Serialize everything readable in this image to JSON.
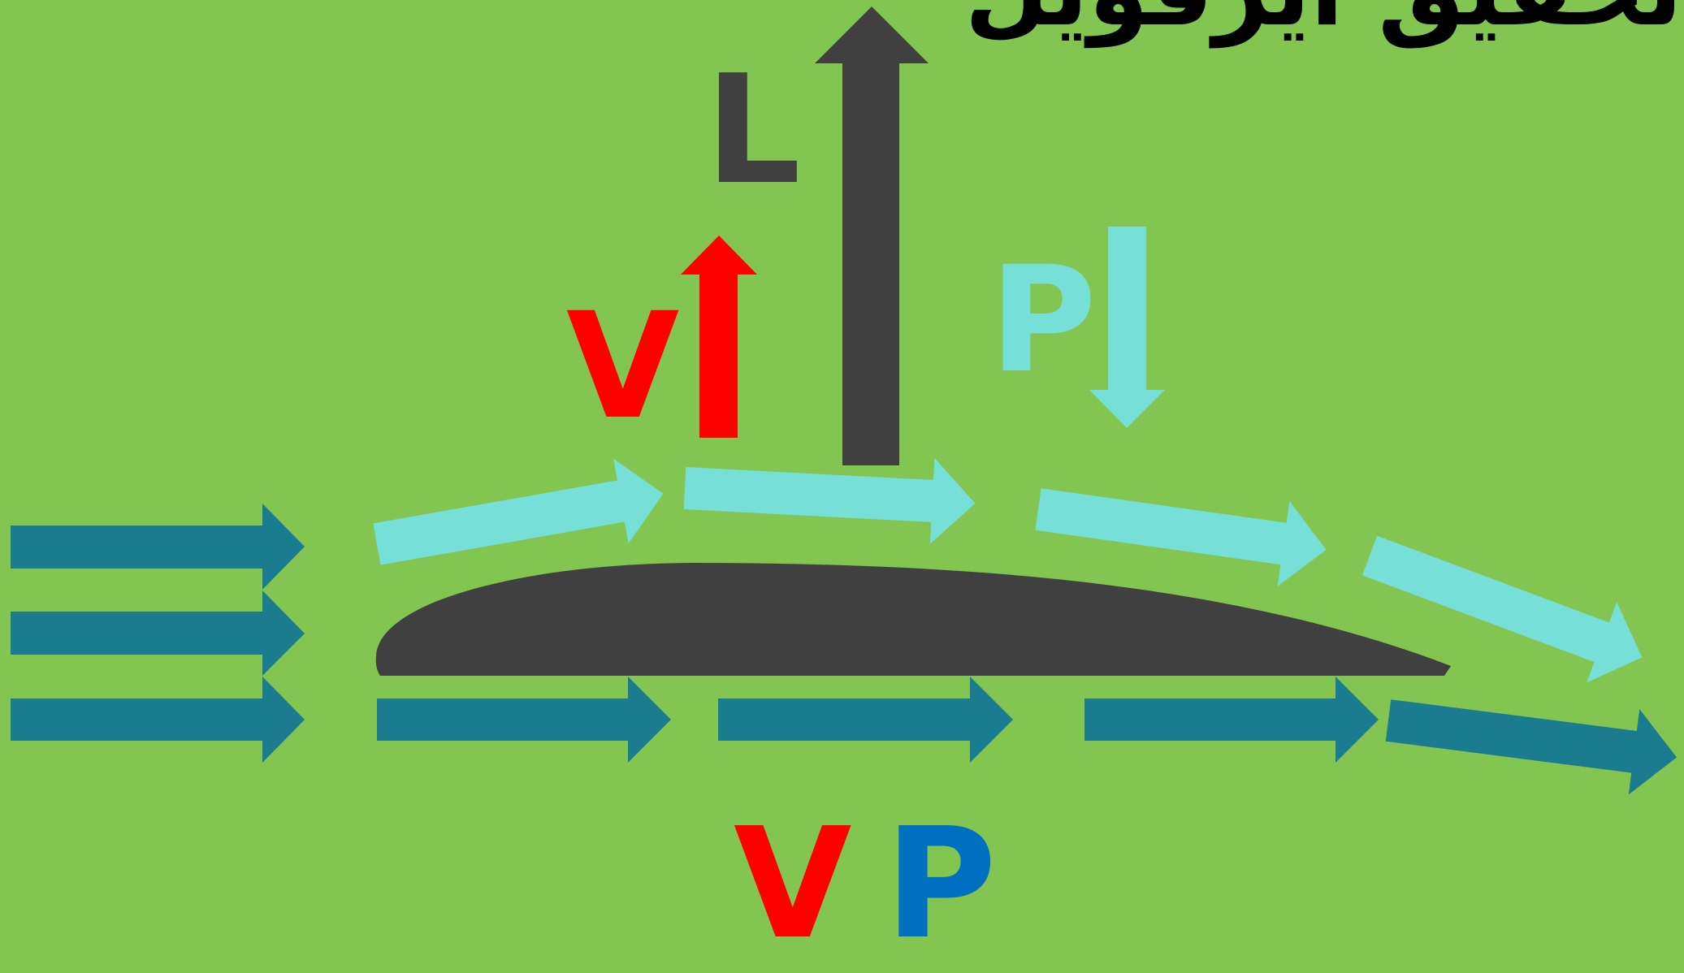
{
  "title": "تحقیق ایرفویل",
  "labels": {
    "lift": "L",
    "velocity_top": "V",
    "pressure_top": "P",
    "velocity_bottom": "V",
    "pressure_bottom": "P"
  },
  "colors": {
    "background": "#82c550",
    "airfoil": "#404040",
    "lift_arrow": "#404040",
    "upper_flow": "#76dfd8",
    "lower_flow": "#1b7c90",
    "velocity": "#ff0000",
    "pressure_top": "#76dfd8",
    "pressure_bottom": "#0070c0"
  }
}
